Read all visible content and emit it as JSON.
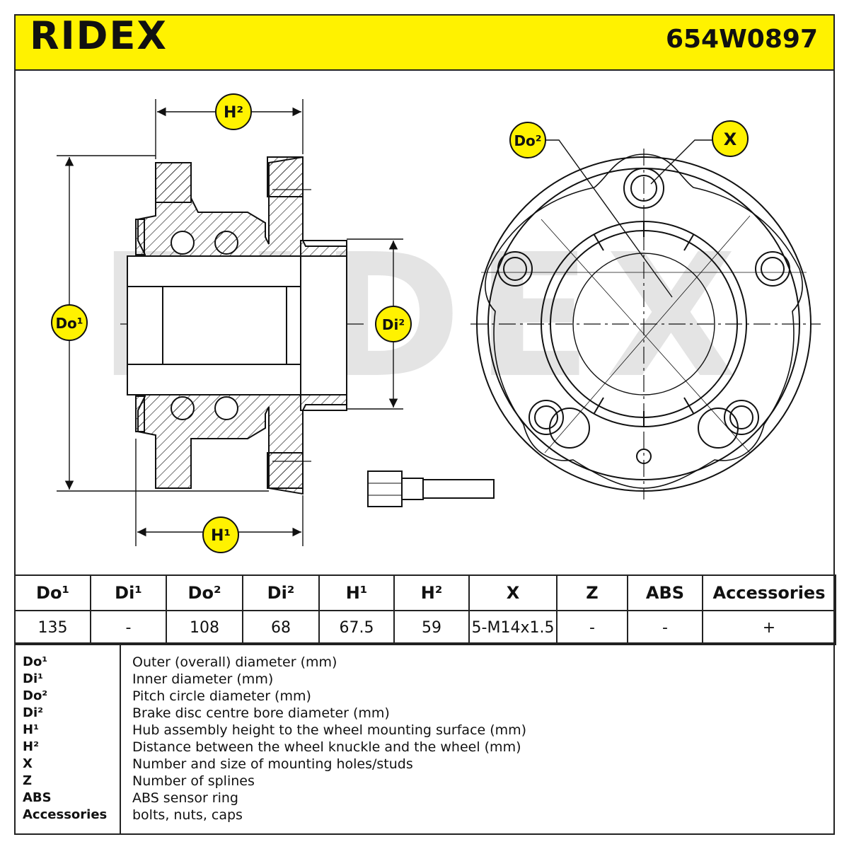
{
  "header": {
    "brand": "RIDEX",
    "part_number": "654W0897"
  },
  "drawing": {
    "labels": {
      "h2": "H²",
      "do1": "Do¹",
      "di2": "Di²",
      "h1": "H¹",
      "do2": "Do²",
      "x": "X"
    },
    "watermark": "RIDEX",
    "colors": {
      "badge": "#fff200",
      "badge_border": "#111111",
      "watermark": "#e3e3e3",
      "line": "#111111"
    }
  },
  "specs": {
    "headers": [
      "Do¹",
      "Di¹",
      "Do²",
      "Di²",
      "H¹",
      "H²",
      "X",
      "Z",
      "ABS",
      "Accessories"
    ],
    "values": [
      "135",
      "-",
      "108",
      "68",
      "67.5",
      "59",
      "5-M14x1.5",
      "-",
      "-",
      "+"
    ]
  },
  "legend": [
    {
      "key": "Do¹",
      "desc": "Outer (overall) diameter (mm)"
    },
    {
      "key": "Di¹",
      "desc": "Inner diameter (mm)"
    },
    {
      "key": "Do²",
      "desc": "Pitch circle diameter (mm)"
    },
    {
      "key": "Di²",
      "desc": "Brake disc centre bore diameter (mm)"
    },
    {
      "key": "H¹",
      "desc": "Hub assembly height to the wheel mounting surface (mm)"
    },
    {
      "key": "H²",
      "desc": "Distance between the wheel knuckle and the wheel (mm)"
    },
    {
      "key": "X",
      "desc": "Number and size of mounting holes/studs"
    },
    {
      "key": "Z",
      "desc": "Number of splines"
    },
    {
      "key": "ABS",
      "desc": "ABS sensor ring"
    },
    {
      "key": "Accessories",
      "desc": "bolts, nuts, caps"
    }
  ]
}
